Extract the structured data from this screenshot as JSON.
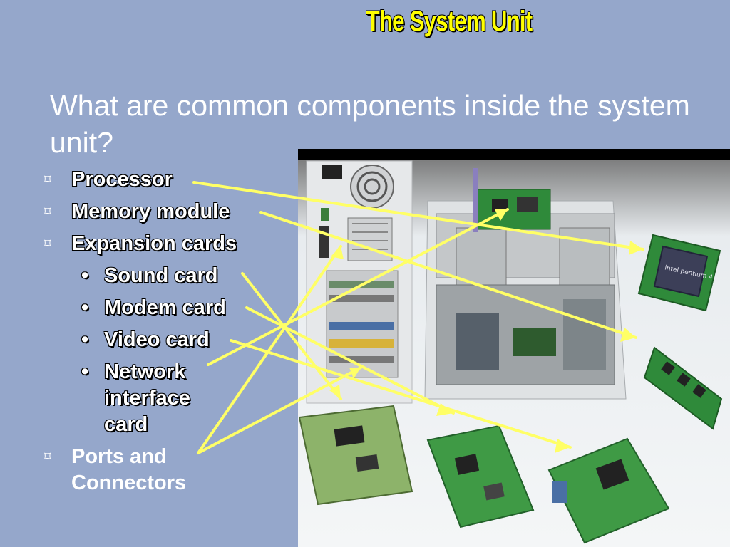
{
  "slide": {
    "title": "The System Unit",
    "question": "What are common components inside the system unit?"
  },
  "bullets": {
    "processor": "Processor",
    "memory": "Memory module",
    "expansion": "Expansion cards",
    "sound": "Sound card",
    "modem": "Modem card",
    "video": "Video card",
    "network": "Network interface card",
    "ports": "Ports and Connectors"
  },
  "chip_text": "intel pentium 4",
  "colors": {
    "background": "#95a7cb",
    "title": "#ffff00",
    "arrows": "#ffff66",
    "text": "#ffffff"
  },
  "icons": {
    "main_bullet": "square-cross-bullet",
    "sub_bullet": "dot-bullet"
  }
}
